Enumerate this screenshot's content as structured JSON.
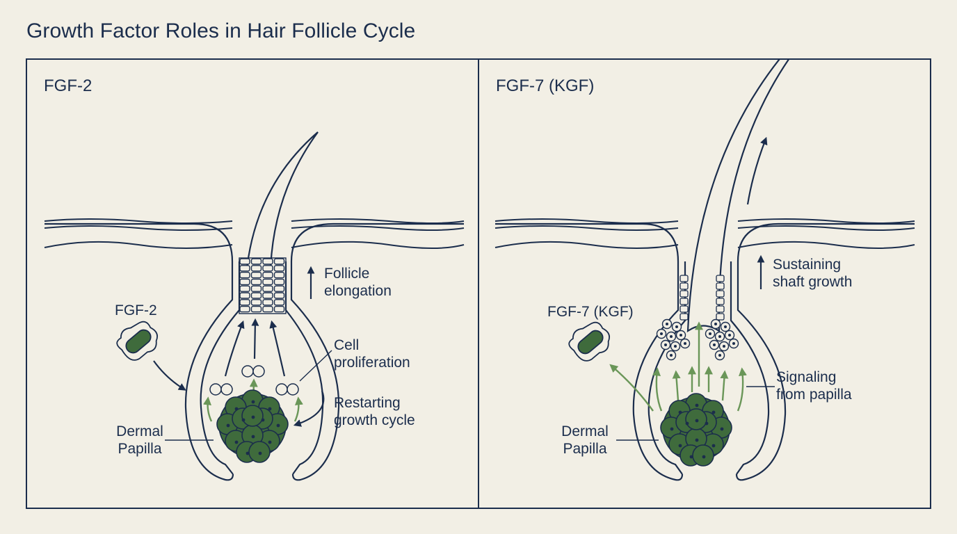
{
  "title": "Growth Factor Roles in Hair Follicle Cycle",
  "panels": [
    {
      "heading": "FGF-2",
      "factor_label": "FGF-2",
      "labels": {
        "elongation": [
          "Follicle",
          "elongation"
        ],
        "proliferation": [
          "Cell",
          "proliferation"
        ],
        "restarting": [
          "Restarting",
          "growth cycle"
        ],
        "papilla": [
          "Dermal",
          "Papilla"
        ]
      }
    },
    {
      "heading": "FGF-7 (KGF)",
      "factor_label": "FGF-7 (KGF)",
      "labels": {
        "sustaining": [
          "Sustaining",
          "shaft growth"
        ],
        "signaling": [
          "Signaling",
          "from papilla"
        ],
        "papilla": [
          "Dermal",
          "Papilla"
        ]
      }
    }
  ],
  "colors": {
    "ink": "#1b2d4c",
    "background": "#f2efe5",
    "papilla": "#3f6b3c",
    "arrow_green": "#6a9658"
  }
}
